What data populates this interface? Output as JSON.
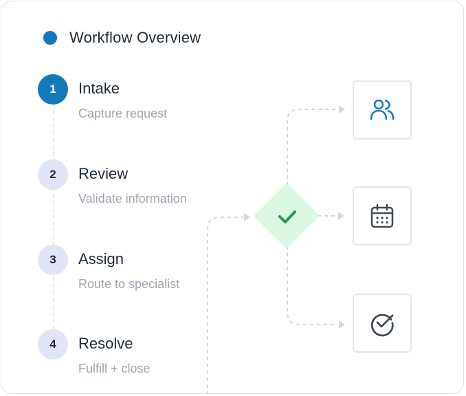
{
  "header": {
    "title": "Workflow Overview",
    "dot_color": "#1479b8"
  },
  "steps": [
    {
      "number": "1",
      "title": "Intake",
      "description": "Capture request",
      "active": true
    },
    {
      "number": "2",
      "title": "Review",
      "description": "Validate information",
      "active": false
    },
    {
      "number": "3",
      "title": "Assign",
      "description": "Route to specialist",
      "active": false
    },
    {
      "number": "4",
      "title": "Resolve",
      "description": "Fulfill + close",
      "active": false
    }
  ],
  "decision": {
    "icon": "check-icon",
    "color": "#22a04b"
  },
  "outputs": [
    {
      "icon": "users-icon",
      "color": "#1479b8"
    },
    {
      "icon": "calendar-icon",
      "color": "#3f4a5a"
    },
    {
      "icon": "check-circle-icon",
      "color": "#3f4a5a"
    }
  ],
  "colors": {
    "accent": "#1479b8",
    "connector": "#d3d7dd"
  }
}
